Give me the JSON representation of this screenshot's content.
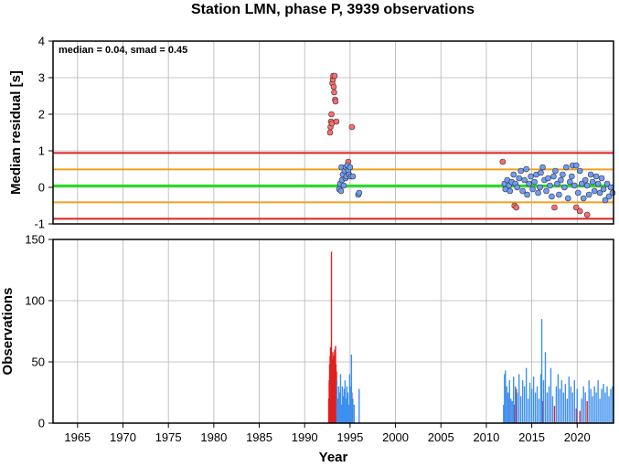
{
  "chart_data": [
    {
      "type": "scatter",
      "title": "Station LMN, phase P, 3939 observations",
      "ylabel": "Median residual [s]",
      "annotation": "median = 0.04, smad = 0.45",
      "xlim": [
        1962.3,
        2024.0
      ],
      "ylim": [
        -1,
        4
      ],
      "x_ticks": [
        1965,
        1970,
        1975,
        1980,
        1985,
        1990,
        1995,
        2000,
        2005,
        2010,
        2015,
        2020
      ],
      "y_ticks": [
        -1,
        0,
        1,
        2,
        3,
        4
      ],
      "grid": true,
      "reference_lines": [
        {
          "name": "median",
          "value": 0.04,
          "color": "#22dd22"
        },
        {
          "name": "median + 1 smad",
          "value": 0.49,
          "color": "#f0a020"
        },
        {
          "name": "median - 1 smad",
          "value": -0.41,
          "color": "#f0a020"
        },
        {
          "name": "median + 2 smad",
          "value": 0.94,
          "color": "#dd2222"
        },
        {
          "name": "median - 2 smad",
          "value": -0.86,
          "color": "#dd2222"
        }
      ],
      "series": [
        {
          "color": "#ff6b6b",
          "points": [
            [
              1992.8,
              1.5
            ],
            [
              1992.85,
              1.65
            ],
            [
              1992.9,
              1.8
            ],
            [
              1992.95,
              2.0
            ],
            [
              1993.0,
              1.75
            ],
            [
              1993.05,
              2.85
            ],
            [
              1993.1,
              2.95
            ],
            [
              1993.15,
              3.05
            ],
            [
              1993.2,
              2.75
            ],
            [
              1993.25,
              2.6
            ],
            [
              1993.3,
              3.05
            ],
            [
              1993.35,
              2.4
            ],
            [
              1993.4,
              2.35
            ],
            [
              1993.5,
              1.8
            ],
            [
              1995.2,
              1.65
            ],
            [
              1994.8,
              0.7
            ],
            [
              2011.8,
              0.7
            ],
            [
              2013.1,
              -0.5
            ],
            [
              2013.3,
              -0.55
            ],
            [
              2017.5,
              -0.55
            ],
            [
              2019.9,
              -0.55
            ],
            [
              2020.3,
              -0.65
            ],
            [
              2021.1,
              -0.75
            ]
          ]
        },
        {
          "color": "#6f9cf5",
          "points": [
            [
              1993.8,
              -0.05
            ],
            [
              1993.9,
              0.1
            ],
            [
              1994.0,
              -0.1
            ],
            [
              1994.05,
              0.55
            ],
            [
              1994.1,
              0.2
            ],
            [
              1994.2,
              0.35
            ],
            [
              1994.3,
              0.05
            ],
            [
              1994.4,
              0.45
            ],
            [
              1994.5,
              0.25
            ],
            [
              1994.55,
              0.55
            ],
            [
              1994.6,
              0.3
            ],
            [
              1994.7,
              0.6
            ],
            [
              1994.8,
              0.45
            ],
            [
              1994.9,
              0.35
            ],
            [
              1995.0,
              0.55
            ],
            [
              1995.1,
              0.3
            ],
            [
              1995.3,
              0.3
            ],
            [
              1995.9,
              -0.2
            ],
            [
              1996.0,
              -0.15
            ],
            [
              2012.0,
              0.1
            ],
            [
              2012.1,
              -0.05
            ],
            [
              2012.3,
              0.2
            ],
            [
              2012.5,
              0.05
            ],
            [
              2012.6,
              -0.1
            ],
            [
              2012.8,
              0.15
            ],
            [
              2013.0,
              0.35
            ],
            [
              2013.2,
              0.1
            ],
            [
              2013.4,
              0.0
            ],
            [
              2013.6,
              0.25
            ],
            [
              2013.8,
              0.45
            ],
            [
              2014.0,
              -0.1
            ],
            [
              2014.2,
              0.2
            ],
            [
              2014.4,
              0.5
            ],
            [
              2014.5,
              -0.2
            ],
            [
              2014.7,
              0.1
            ],
            [
              2014.9,
              0.3
            ],
            [
              2015.1,
              -0.05
            ],
            [
              2015.3,
              0.15
            ],
            [
              2015.5,
              0.35
            ],
            [
              2015.7,
              -0.15
            ],
            [
              2015.9,
              0.0
            ],
            [
              2016.0,
              0.4
            ],
            [
              2016.2,
              0.55
            ],
            [
              2016.4,
              0.2
            ],
            [
              2016.6,
              -0.1
            ],
            [
              2016.8,
              0.25
            ],
            [
              2017.0,
              0.05
            ],
            [
              2017.2,
              -0.25
            ],
            [
              2017.4,
              0.3
            ],
            [
              2017.6,
              0.45
            ],
            [
              2017.8,
              0.1
            ],
            [
              2018.0,
              -0.2
            ],
            [
              2018.2,
              0.2
            ],
            [
              2018.4,
              0.35
            ],
            [
              2018.6,
              0.0
            ],
            [
              2018.8,
              0.55
            ],
            [
              2019.0,
              -0.3
            ],
            [
              2019.2,
              0.15
            ],
            [
              2019.4,
              0.3
            ],
            [
              2019.5,
              0.6
            ],
            [
              2019.7,
              0.05
            ],
            [
              2019.9,
              0.6
            ],
            [
              2020.1,
              -0.15
            ],
            [
              2020.3,
              0.45
            ],
            [
              2020.5,
              0.1
            ],
            [
              2020.7,
              -0.3
            ],
            [
              2020.9,
              0.2
            ],
            [
              2021.1,
              0.05
            ],
            [
              2021.3,
              -0.2
            ],
            [
              2021.5,
              0.35
            ],
            [
              2021.7,
              0.15
            ],
            [
              2021.9,
              -0.1
            ],
            [
              2022.1,
              0.3
            ],
            [
              2022.3,
              0.1
            ],
            [
              2022.5,
              -0.15
            ],
            [
              2022.7,
              0.25
            ],
            [
              2022.9,
              -0.05
            ],
            [
              2023.1,
              -0.35
            ],
            [
              2023.3,
              0.1
            ],
            [
              2023.5,
              -0.25
            ],
            [
              2023.7,
              0.0
            ],
            [
              2023.9,
              -0.15
            ]
          ]
        }
      ]
    },
    {
      "type": "bar",
      "ylabel": "Observations",
      "xlabel": "Year",
      "xlim": [
        1962.3,
        2024.0
      ],
      "ylim": [
        0,
        150
      ],
      "x_ticks": [
        1965,
        1970,
        1975,
        1980,
        1985,
        1990,
        1995,
        2000,
        2005,
        2010,
        2015,
        2020
      ],
      "y_ticks": [
        0,
        50,
        100,
        150
      ],
      "grid": true,
      "series": [
        {
          "color": "#e02020",
          "x": [
            1992.65,
            1992.7,
            1992.75,
            1992.8,
            1992.85,
            1992.9,
            1992.95,
            1993.0,
            1993.05,
            1993.1,
            1993.15,
            1993.2,
            1993.25,
            1993.3,
            1993.35,
            1993.4,
            1993.45,
            1993.5,
            1994.8,
            1995.2,
            2012.5,
            2013.1,
            2013.3,
            2016.2,
            2017.5,
            2019.9,
            2020.3,
            2021.1
          ],
          "values": [
            20,
            35,
            48,
            55,
            62,
            50,
            140,
            45,
            52,
            58,
            40,
            55,
            45,
            60,
            50,
            63,
            48,
            42,
            10,
            25,
            20,
            15,
            28,
            18,
            14,
            12,
            10,
            18
          ]
        },
        {
          "color": "#3f90ee",
          "x": [
            1993.55,
            1993.65,
            1993.75,
            1993.85,
            1993.95,
            1994.05,
            1994.15,
            1994.25,
            1994.35,
            1994.45,
            1994.55,
            1994.65,
            1994.75,
            1994.85,
            1994.95,
            1995.05,
            1995.15,
            1995.3,
            1995.45,
            1996.0,
            2011.9,
            2012.0,
            2012.1,
            2012.25,
            2012.4,
            2012.55,
            2012.7,
            2012.85,
            2013.0,
            2013.2,
            2013.4,
            2013.6,
            2013.8,
            2014.0,
            2014.2,
            2014.4,
            2014.6,
            2014.8,
            2015.0,
            2015.2,
            2015.4,
            2015.6,
            2015.8,
            2016.0,
            2016.1,
            2016.3,
            2016.5,
            2016.7,
            2016.9,
            2017.1,
            2017.3,
            2017.7,
            2017.9,
            2018.1,
            2018.3,
            2018.5,
            2018.7,
            2018.9,
            2019.1,
            2019.3,
            2019.5,
            2019.7,
            2020.0,
            2020.5,
            2020.7,
            2020.9,
            2021.3,
            2021.5,
            2021.7,
            2021.9,
            2022.1,
            2022.3,
            2022.5,
            2022.7,
            2022.9,
            2023.1,
            2023.3,
            2023.5,
            2023.7,
            2023.9
          ],
          "values": [
            35,
            20,
            30,
            25,
            40,
            15,
            30,
            22,
            28,
            35,
            20,
            30,
            25,
            15,
            40,
            30,
            56,
            20,
            15,
            28,
            15,
            40,
            43,
            30,
            25,
            35,
            20,
            18,
            38,
            30,
            25,
            40,
            22,
            35,
            30,
            45,
            20,
            33,
            28,
            38,
            25,
            30,
            20,
            40,
            85,
            35,
            58,
            25,
            30,
            45,
            22,
            30,
            40,
            28,
            35,
            25,
            32,
            20,
            38,
            30,
            25,
            35,
            28,
            20,
            30,
            25,
            35,
            28,
            22,
            30,
            25,
            35,
            20,
            28,
            32,
            25,
            30,
            22,
            28,
            30
          ]
        }
      ]
    }
  ]
}
